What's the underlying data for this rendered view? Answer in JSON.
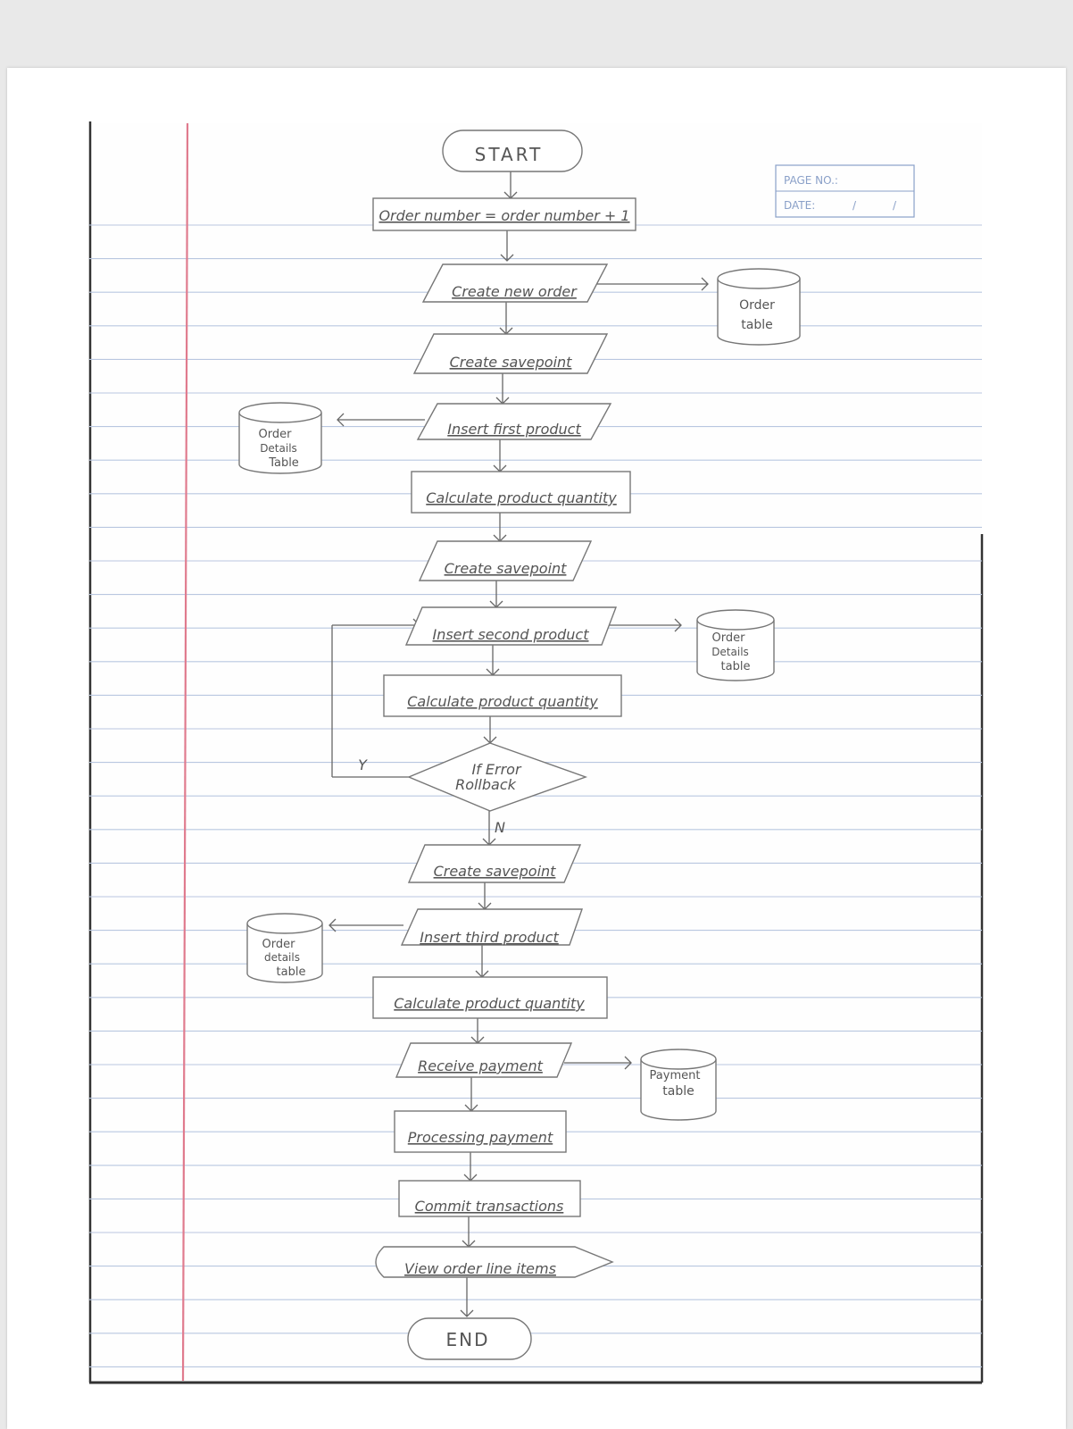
{
  "page_header": {
    "page_no_label": "PAGE NO.:",
    "date_label": "DATE:",
    "date_slash_1": "/",
    "date_slash_2": "/"
  },
  "flowchart": {
    "start": "START",
    "order_number": "Order number = order number + 1",
    "create_new_order": "Create new order",
    "order_table_line1": "Order",
    "order_table_line2": "table",
    "create_savepoint_1": "Create savepoint",
    "insert_first_product": "Insert first product",
    "order_details_table_1_line1": "Order",
    "order_details_table_1_line2": "Details",
    "order_details_table_1_line3": "Table",
    "calc_qty_1": "Calculate product quantity",
    "create_savepoint_2": "Create savepoint",
    "insert_second_product": "Insert second product",
    "order_details_table_2_line1": "Order",
    "order_details_table_2_line2": "Details",
    "order_details_table_2_line3": "table",
    "calc_qty_2": "Calculate product quantity",
    "decision_line1": "If Error",
    "decision_line2": "Rollback",
    "yes_label": "Y",
    "no_label": "N",
    "create_savepoint_3": "Create savepoint",
    "insert_third_product": "Insert third product",
    "order_details_table_3_line1": "Order",
    "order_details_table_3_line2": "details",
    "order_details_table_3_line3": "table",
    "calc_qty_3": "Calculate product quantity",
    "receive_payment": "Receive payment",
    "payment_table_line1": "Payment",
    "payment_table_line2": "table",
    "processing_payment": "Processing payment",
    "commit_transactions": "Commit transactions",
    "view_order_line_items": "View order line items",
    "end": "END"
  }
}
